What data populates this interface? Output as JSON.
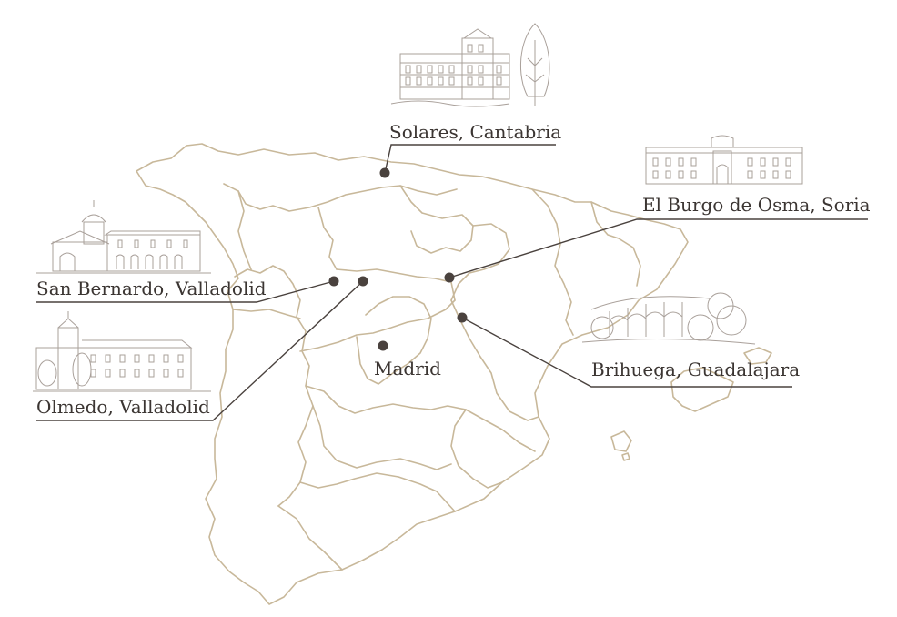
{
  "map": {
    "colors": {
      "border": "#c8b89a",
      "ink": "#4a423e",
      "text": "#3b3532",
      "sketch": "#a9a09a"
    },
    "locations": [
      {
        "id": "solares",
        "label": "Solares, Cantabria",
        "illustration": "manor-house-with-tree-icon"
      },
      {
        "id": "burgo",
        "label": "El Burgo de Osma, Soria",
        "illustration": "baroque-palace-facade-icon"
      },
      {
        "id": "sanbernardo",
        "label": "San Bernardo, Valladolid",
        "illustration": "romanesque-monastery-icon"
      },
      {
        "id": "olmedo",
        "label": "Olmedo, Valladolid",
        "illustration": "convent-with-tower-icon"
      },
      {
        "id": "brihuega",
        "label": "Brihuega, Guadalajara",
        "illustration": "arched-ruins-with-trees-icon"
      },
      {
        "id": "madrid",
        "label": "Madrid",
        "illustration": ""
      }
    ]
  }
}
